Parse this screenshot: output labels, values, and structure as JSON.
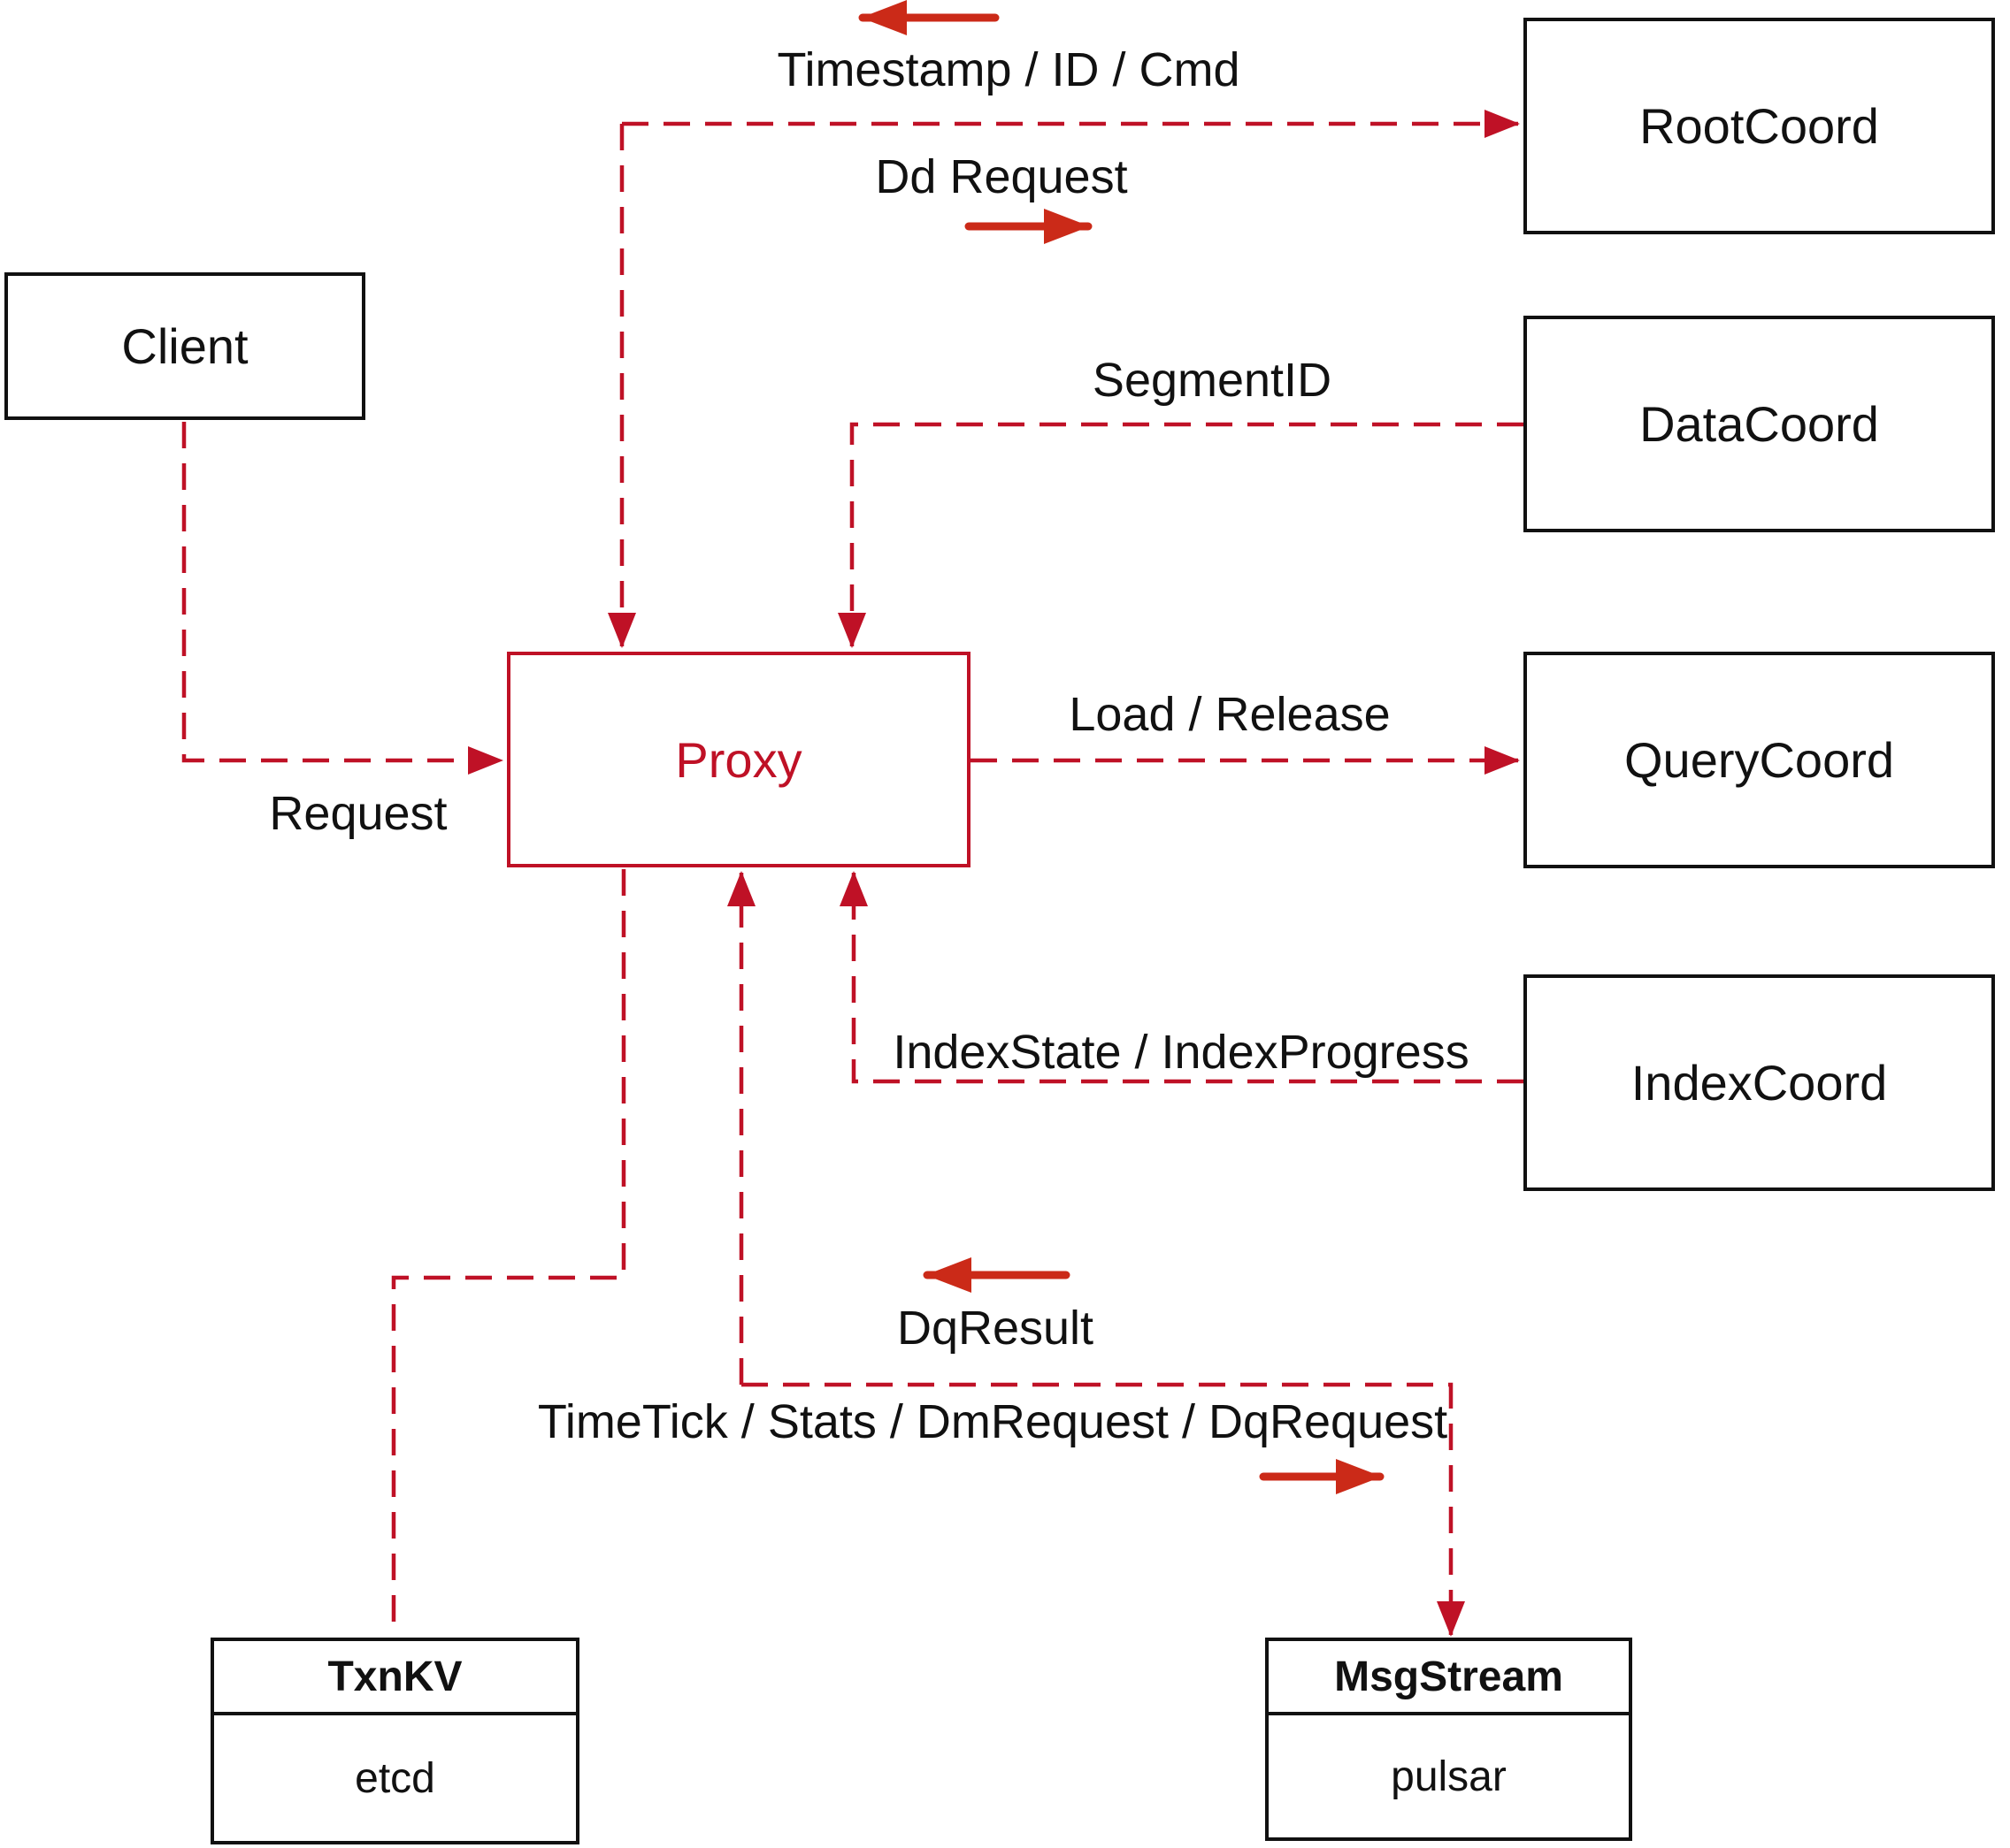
{
  "diagram": {
    "nodes": {
      "client": {
        "label": "Client"
      },
      "proxy": {
        "label": "Proxy"
      },
      "rootcoord": {
        "label": "RootCoord"
      },
      "datacoord": {
        "label": "DataCoord"
      },
      "querycoord": {
        "label": "QueryCoord"
      },
      "indexcoord": {
        "label": "IndexCoord"
      },
      "txnkv": {
        "title": "TxnKV",
        "impl": "etcd"
      },
      "msgstream": {
        "title": "MsgStream",
        "impl": "pulsar"
      }
    },
    "edge_labels": {
      "timestamp": "Timestamp / ID / Cmd",
      "dd_request": "Dd Request",
      "segment_id": "SegmentID",
      "request": "Request",
      "load_release": "Load / Release",
      "index_state": "IndexState / IndexProgress",
      "dq_result": "DqResult",
      "time_tick": "TimeTick / Stats / DmRequest / DqRequest"
    },
    "colors": {
      "connector_red": "#bf1126",
      "arrow_red": "#cb2a18",
      "text_black": "#111111",
      "background": "#ffffff"
    }
  }
}
